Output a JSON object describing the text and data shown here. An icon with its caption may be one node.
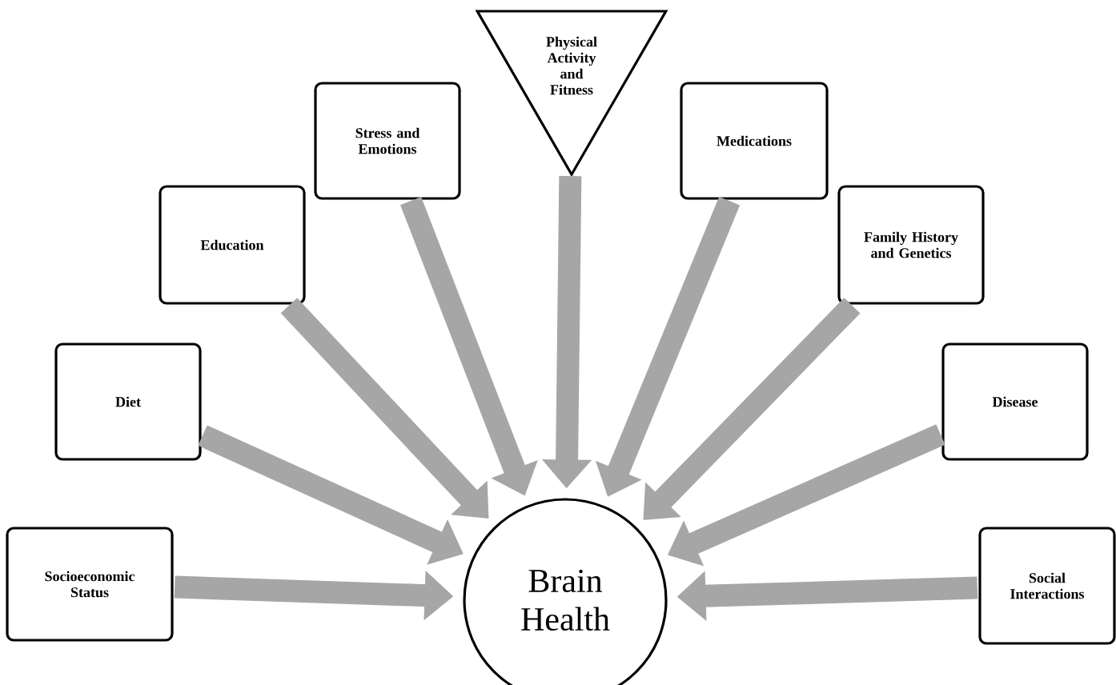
{
  "diagram": {
    "nodes": [
      {
        "text": [
          "Socioeconomic Status"
        ]
      },
      {
        "text": [
          "Diet"
        ]
      },
      {
        "text": [
          "Education"
        ]
      },
      {
        "text": [
          "Stress and Emotions"
        ]
      },
      {
        "text": [
          "Physical Activity and Fitness"
        ]
      },
      {
        "text": [
          "Medications"
        ]
      },
      {
        "text": [
          "Family History and Genetics"
        ]
      },
      {
        "text": [
          "Disease"
        ]
      },
      {
        "text": [
          "Social Interactions"
        ]
      },
      {
        "text": [
          "Brain Health"
        ]
      }
    ],
    "edges": [
      {
        "from": 0,
        "to": 9,
        "arrow": "to"
      },
      {
        "from": 1,
        "to": 9,
        "arrow": "to"
      },
      {
        "from": 2,
        "to": 9,
        "arrow": "to"
      },
      {
        "from": 3,
        "to": 9,
        "arrow": "to"
      },
      {
        "from": 4,
        "to": 9,
        "arrow": "to"
      },
      {
        "from": 5,
        "to": 9,
        "arrow": "to"
      },
      {
        "from": 6,
        "to": 9,
        "arrow": "to"
      },
      {
        "from": 7,
        "to": 9,
        "arrow": "to"
      },
      {
        "from": 8,
        "to": 9,
        "arrow": "to"
      }
    ]
  }
}
